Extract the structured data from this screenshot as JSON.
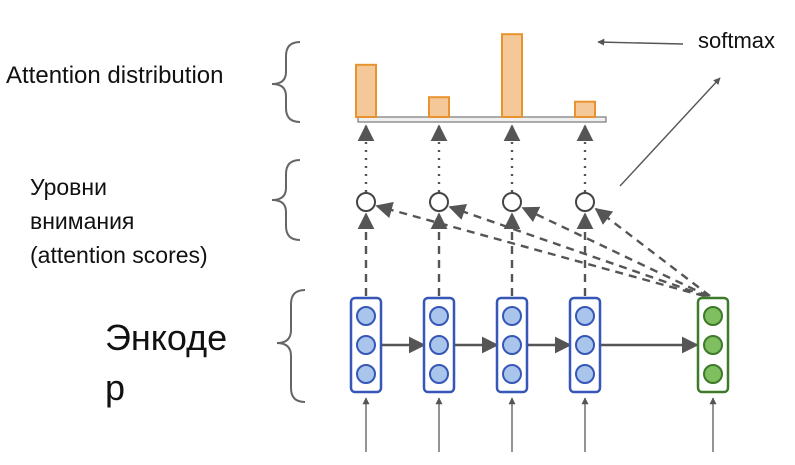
{
  "labels": {
    "attention_distribution": "Attention distribution",
    "attention_scores": "Уровни\nвнимания\n(attention scores)",
    "encoder": "Энкоде\nр",
    "softmax": "softmax"
  },
  "attention_distribution": {
    "values": [
      0.58,
      0.22,
      0.92,
      0.17
    ]
  },
  "colors": {
    "bar_fill": "#f5c89a",
    "bar_stroke": "#e8932e",
    "encoder_node_fill": "#a9c5ec",
    "encoder_stroke": "#3757b8",
    "decoder_node_fill": "#7fbf5f",
    "decoder_stroke": "#3d7a2a",
    "arrow": "#555555",
    "brace": "#666666"
  },
  "icons": {
    "encoder_cell": "stacked-circles-box",
    "decoder_cell": "stacked-circles-box",
    "score_node": "hollow-circle"
  }
}
